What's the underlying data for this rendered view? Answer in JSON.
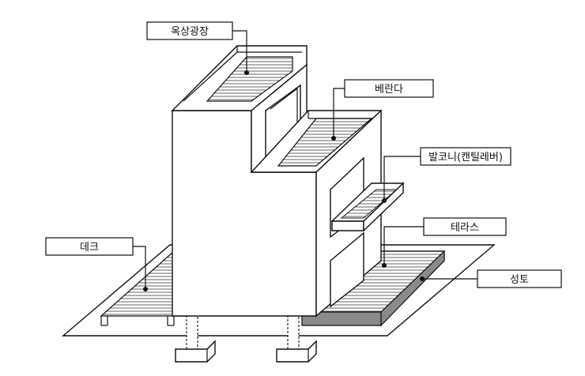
{
  "labels": {
    "rooftop_plaza": "옥상광장",
    "veranda": "베란다",
    "balcony": "발코니(캔틸레버)",
    "terrace": "테라스",
    "deck": "데크",
    "fill": "성토"
  }
}
